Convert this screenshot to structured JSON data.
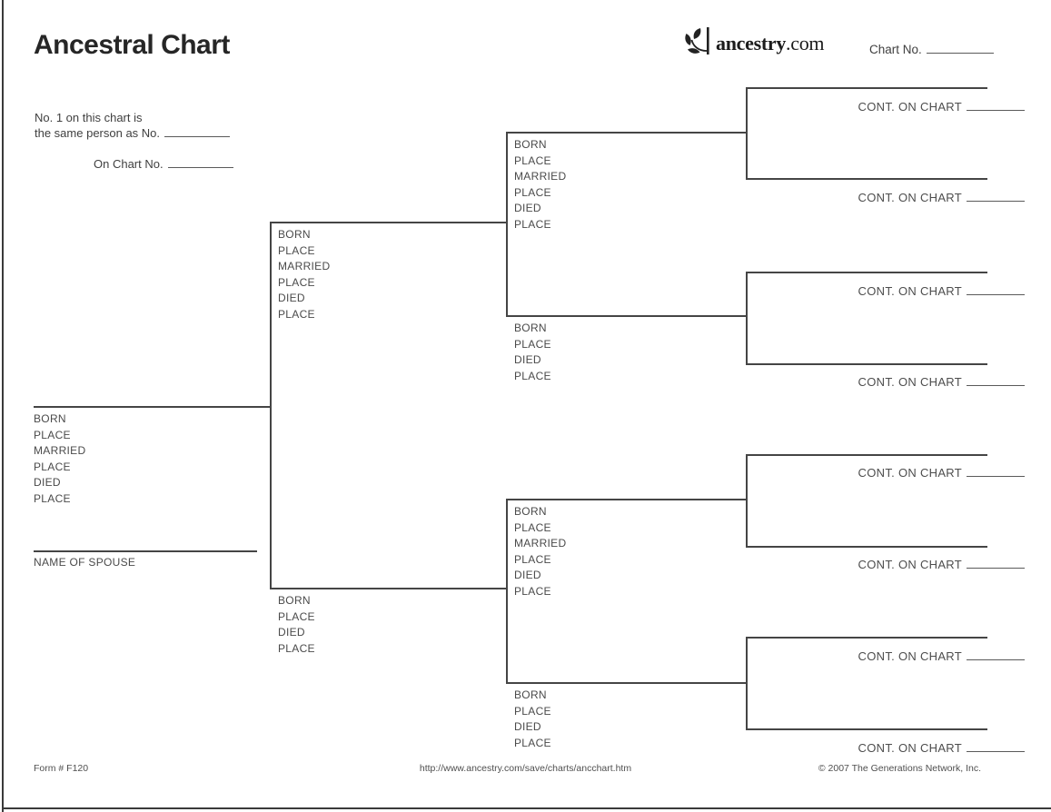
{
  "document": {
    "title": "Ancestral Chart",
    "brand": {
      "icon": "ancestry-leaf-icon",
      "name": "ancestry",
      "tld": ".com"
    },
    "chart_no_label": "Chart No.",
    "identity_note": {
      "line1": "No. 1 on this chart is",
      "line2_label": "the same person as No.",
      "line3_label": "On Chart No."
    }
  },
  "field_labels": {
    "born": "BORN",
    "place": "PLACE",
    "married": "MARRIED",
    "died": "DIED",
    "name_of_spouse": "NAME OF SPOUSE",
    "cont_on_chart": "CONT. ON CHART"
  },
  "footer": {
    "form_number": "Form # F120",
    "url": "http://www.ancestry.com/save/charts/ancchart.htm",
    "copyright": "© 2007 The Generations Network, Inc."
  }
}
